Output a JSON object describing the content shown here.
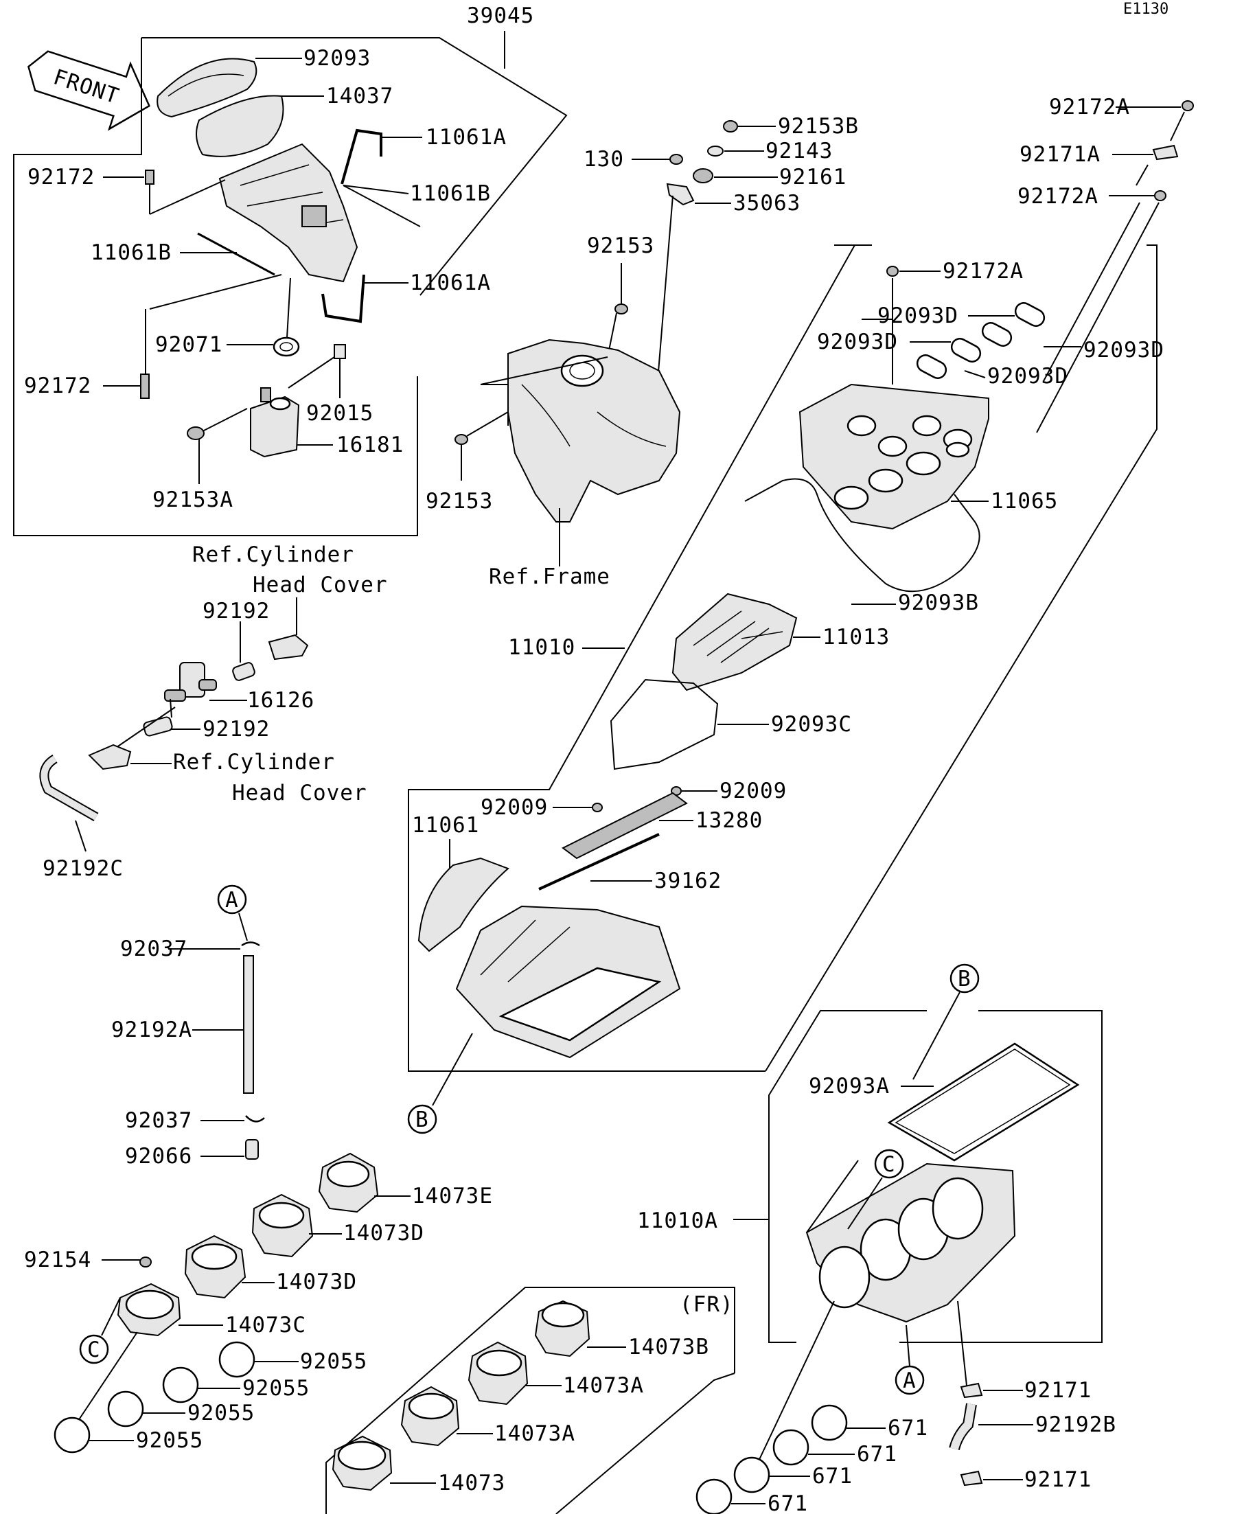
{
  "diagram_code": "E1130",
  "front_label": "FRONT",
  "labels": {
    "p39045": "39045",
    "p92093": "92093",
    "p14037": "14037",
    "p11061A_top": "11061A",
    "p92172_a": "92172",
    "p11061B_r": "11061B",
    "p11061B_l": "11061B",
    "p11061A_bot": "11061A",
    "p92071": "92071",
    "p92172_b": "92172",
    "p92015": "92015",
    "p16181": "16181",
    "p92153A": "92153A",
    "p92153B": "92153B",
    "p92143": "92143",
    "p130": "130",
    "p92161": "92161",
    "p35063": "35063",
    "p92153_top": "92153",
    "p92153_bot": "92153",
    "ref_frame": "Ref.Frame",
    "p92172A_1": "92172A",
    "p92171A": "92171A",
    "p92172A_2": "92172A",
    "p92172A_3": "92172A",
    "p92093D_1": "92093D",
    "p92093D_2": "92093D",
    "p92093D_3": "92093D",
    "p92093D_4": "92093D",
    "p11065": "11065",
    "p92093B": "92093B",
    "p11013": "11013",
    "p11010": "11010",
    "p92093C": "92093C",
    "p92009_l": "92009",
    "p92009_r": "92009",
    "p13280": "13280",
    "p11061": "11061",
    "p39162": "39162",
    "ref_cyl_1a": "Ref.Cylinder",
    "ref_cyl_1b": "Head Cover",
    "p92192_top": "92192",
    "p16126": "16126",
    "p92192_mid": "92192",
    "ref_cyl_2a": "Ref.Cylinder",
    "ref_cyl_2b": "Head Cover",
    "p92192C": "92192C",
    "circle_A_top": "A",
    "p92037_top": "92037",
    "p92192A": "92192A",
    "p92037_bot": "92037",
    "p92066": "92066",
    "circle_B_left": "B",
    "circle_B_right": "B",
    "p92093A": "92093A",
    "circle_C_right": "C",
    "p11010A": "11010A",
    "circle_A_bot": "A",
    "p14073E": "14073E",
    "p14073D_1": "14073D",
    "p92154": "92154",
    "p14073D_2": "14073D",
    "p14073C": "14073C",
    "circle_C_left": "C",
    "p92055_1": "92055",
    "p92055_2": "92055",
    "p92055_3": "92055",
    "p92055_4": "92055",
    "fr_label": "(FR)",
    "p14073B": "14073B",
    "p14073A_1": "14073A",
    "p14073A_2": "14073A",
    "p14073": "14073",
    "p92171_1": "92171",
    "p92192B": "92192B",
    "p92171_2": "92171",
    "p671_1": "671",
    "p671_2": "671",
    "p671_3": "671",
    "p671_4": "671"
  }
}
